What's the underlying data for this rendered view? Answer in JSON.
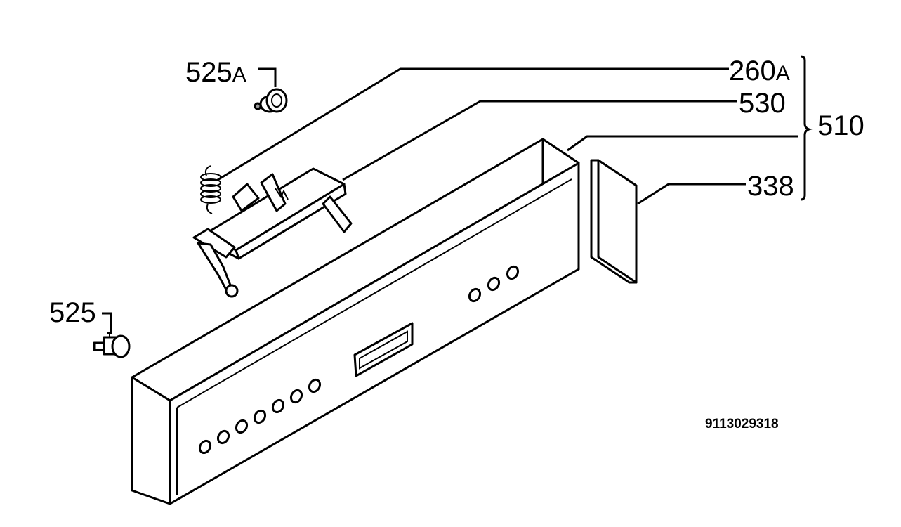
{
  "labels": {
    "part_525a": {
      "num": "525",
      "suffix": "A"
    },
    "part_260a": {
      "num": "260",
      "suffix": "A"
    },
    "part_530": "530",
    "part_510": "510",
    "part_338": "338",
    "part_525": "525"
  },
  "diagram_code": "9113029318"
}
